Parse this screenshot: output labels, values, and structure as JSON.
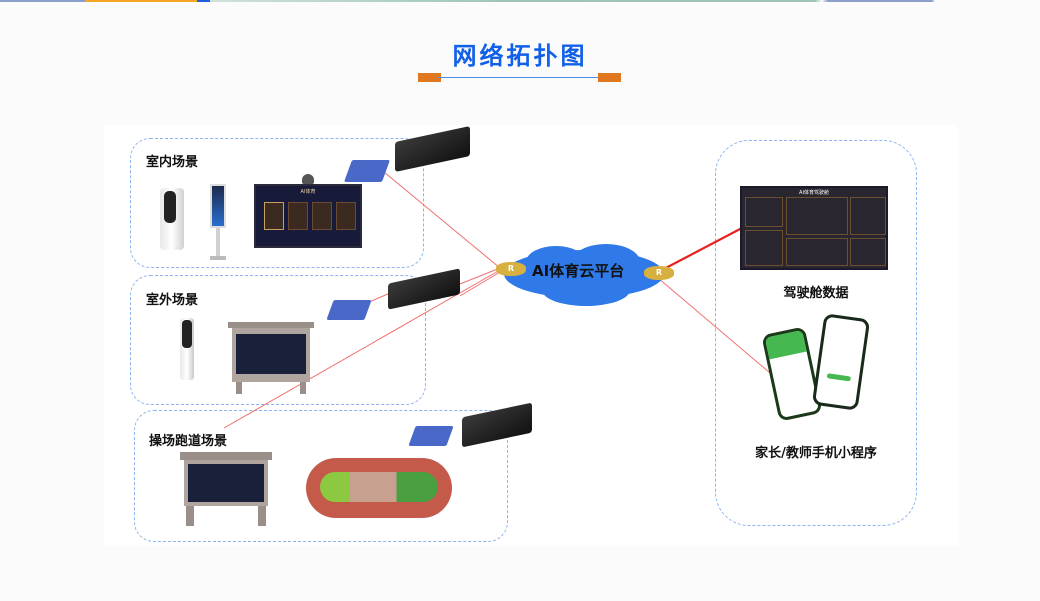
{
  "page": {
    "title": "网络拓扑图",
    "accent_color": "#1060e8",
    "rule_cap_color": "#e07820",
    "link_color": "#e83030"
  },
  "scenes": [
    {
      "id": "indoor",
      "label": "室内场景",
      "devices": [
        "face-recognition-kiosk",
        "vertical-signage-kiosk",
        "ai-sports-display-with-camera",
        "campus-building-icon",
        "edge-computing-box"
      ],
      "screen_title": "AI体育"
    },
    {
      "id": "outdoor",
      "label": "室外场景",
      "devices": [
        "face-recognition-kiosk",
        "outdoor-billboard-display",
        "campus-building-icon",
        "edge-computing-box"
      ]
    },
    {
      "id": "track",
      "label": "操场跑道场景",
      "devices": [
        "outdoor-billboard-display",
        "running-track-with-runners",
        "campus-building-icon",
        "edge-computing-box"
      ]
    }
  ],
  "cloud": {
    "label": "AI体育云平台",
    "router_glyph": "R"
  },
  "outputs": [
    {
      "id": "cockpit",
      "label": "驾驶舱数据",
      "screen_title": "AI体育驾驶舱"
    },
    {
      "id": "miniapp",
      "label": "家长/教师手机小程序"
    }
  ]
}
